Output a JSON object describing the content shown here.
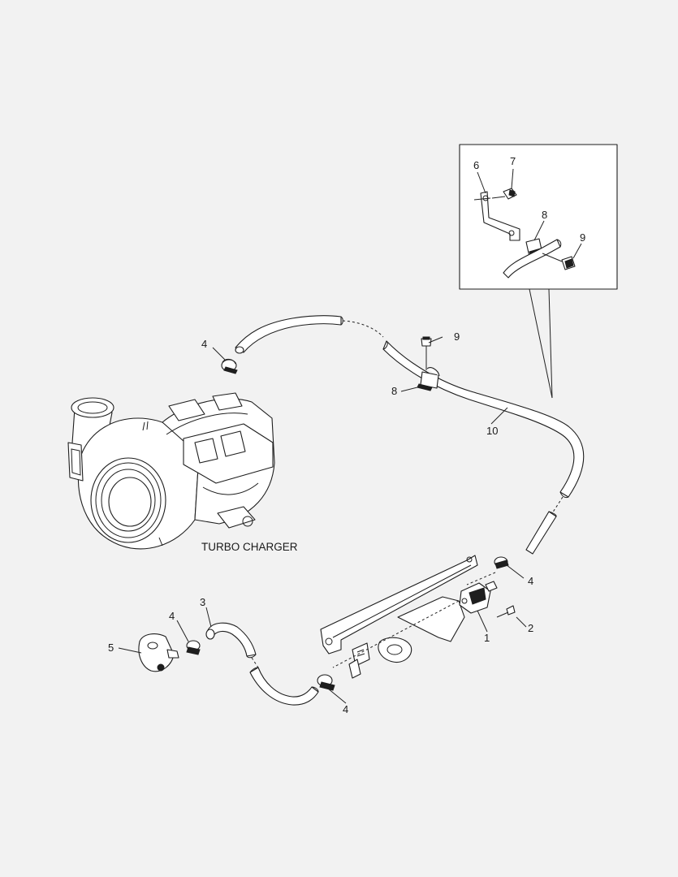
{
  "diagram": {
    "component_label": "TURBO CHARGER",
    "callouts": {
      "c1": "1",
      "c2": "2",
      "c3": "3",
      "c4a": "4",
      "c4b": "4",
      "c4c": "4",
      "c4d": "4",
      "c5": "5",
      "c8": "8",
      "c9": "9",
      "c10": "10"
    },
    "detail_callouts": {
      "d6": "6",
      "d7": "7",
      "d8": "8",
      "d9": "9"
    }
  }
}
